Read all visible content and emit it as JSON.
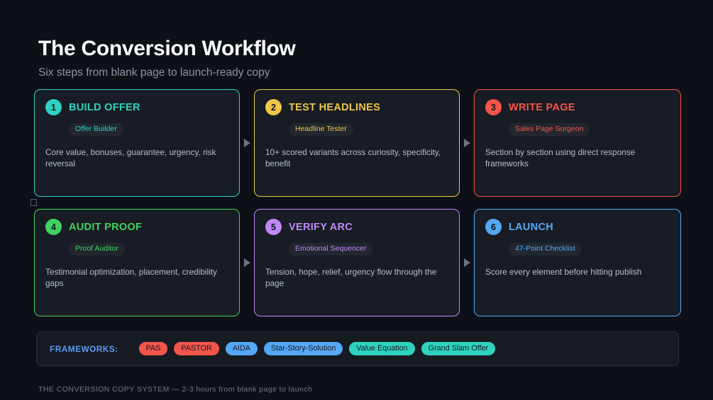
{
  "header": {
    "title": "The Conversion Workflow",
    "subtitle": "Six steps from blank page to launch-ready copy"
  },
  "steps": [
    {
      "number": "1",
      "title": "BUILD OFFER",
      "tag": "Offer Builder",
      "description": "Core value, bonuses, guarantee, urgency, risk reversal",
      "color": "#2ed3c0"
    },
    {
      "number": "2",
      "title": "TEST HEADLINES",
      "tag": "Headline Tester",
      "description": "10+ scored variants across curiosity, specificity, benefit",
      "color": "#f0c killer"
    },
    {
      "number": "3",
      "title": "WRITE PAGE",
      "tag": "Sales Page Surgeon",
      "description": "Section by section using direct response frameworks",
      "color": "#f4554a"
    },
    {
      "number": "4",
      "title": "AUDIT PROOF",
      "tag": "Proof Auditor",
      "description": "Testimonial optimization, placement, credibility gaps",
      "color": "#41d15e"
    },
    {
      "number": "5",
      "title": "VERIFY ARC",
      "tag": "Emotional Sequencer",
      "description": "Tension, hope, relief, urgency flow through the page",
      "color": "#c089f7"
    },
    {
      "number": "6",
      "title": "LAUNCH",
      "tag": "47-Point Checklist",
      "description": "Score every element before hitting publish",
      "color": "#55a8f5"
    }
  ],
  "step_colors": [
    "#2ed3c0",
    "#efc84a",
    "#f4554a",
    "#41d15e",
    "#c089f7",
    "#55a8f5"
  ],
  "connectors": {
    "icon": "arrow-right-icon",
    "count": 4
  },
  "row_marker": {
    "icon": "square-marker-icon"
  },
  "frameworks": {
    "label": "FRAMEWORKS:",
    "pills": [
      {
        "label": "PAS",
        "color": "#f4554a"
      },
      {
        "label": "PASTOR",
        "color": "#f4554a"
      },
      {
        "label": "AIDA",
        "color": "#55a8f5"
      },
      {
        "label": "Star-Story-Solution",
        "color": "#55a8f5"
      },
      {
        "label": "Value Equation",
        "color": "#2ed3c0"
      },
      {
        "label": "Grand Slam Offer",
        "color": "#2ed3c0"
      }
    ]
  },
  "footer": {
    "text": "THE CONVERSION COPY SYSTEM  —  2-3 hours from blank page to launch"
  }
}
